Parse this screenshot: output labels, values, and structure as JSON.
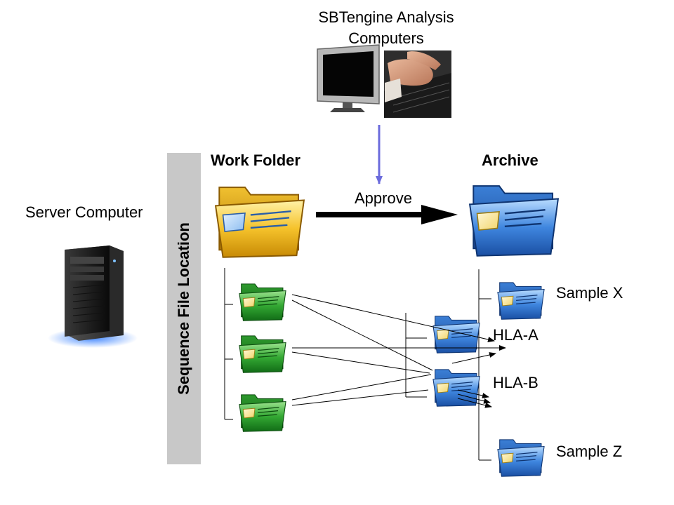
{
  "title": {
    "line1": "SBTengine Analysis",
    "line2": "Computers"
  },
  "server": {
    "label": "Server Computer"
  },
  "side_label": "Sequence  File Location",
  "work_folder": {
    "label": "Work Folder"
  },
  "archive": {
    "label": "Archive"
  },
  "approve": {
    "label": "Approve"
  },
  "archive_items": {
    "sample_x": "Sample X",
    "hla_a": "HLA-A",
    "hla_b": "HLA-B",
    "sample_z": "Sample Z"
  },
  "colors": {
    "work_folder": "#f5c22b",
    "archive_folder": "#3f86df",
    "sequence_file": "#33a833",
    "analysis_arrow": "#6b6bdc",
    "side_bar": "#c8c8c8"
  }
}
